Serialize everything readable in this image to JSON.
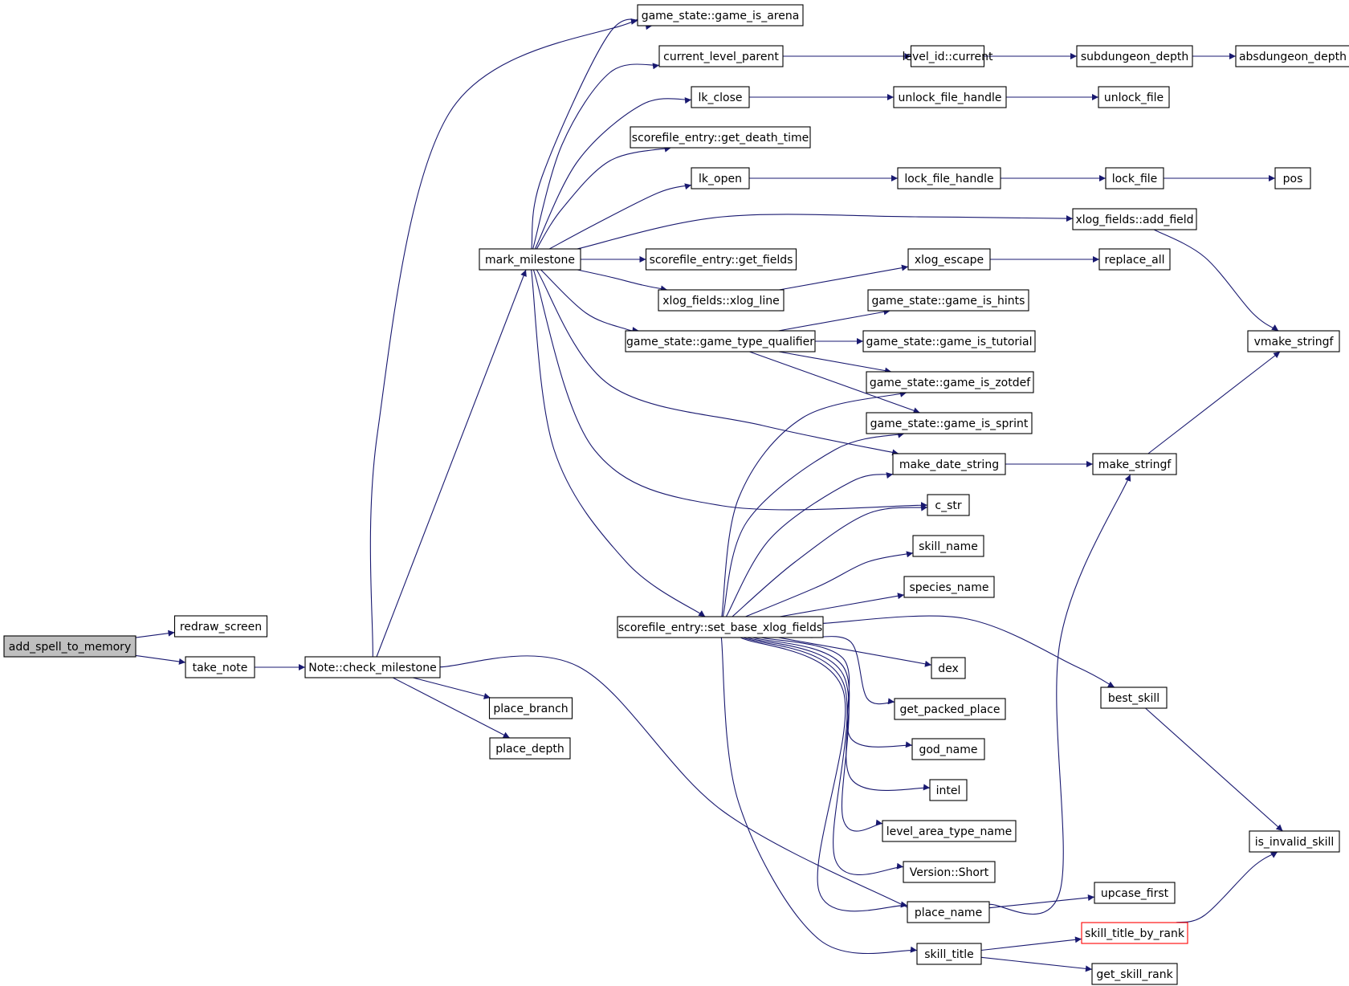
{
  "diagram": {
    "colors": {
      "edge": "#191970",
      "root_fill": "#bfbfbf",
      "truncated_border": "#ff0000",
      "node_border": "#000000"
    },
    "nodes": [
      {
        "id": "add_spell_to_memory",
        "label": "add_spell_to_memory",
        "root": true
      },
      {
        "id": "redraw_screen",
        "label": "redraw_screen"
      },
      {
        "id": "take_note",
        "label": "take_note"
      },
      {
        "id": "check_milestone",
        "label": "Note::check_milestone"
      },
      {
        "id": "mark_milestone",
        "label": "mark_milestone"
      },
      {
        "id": "place_branch",
        "label": "place_branch"
      },
      {
        "id": "place_depth",
        "label": "place_depth"
      },
      {
        "id": "game_is_arena",
        "label": "game_state::game_is_arena"
      },
      {
        "id": "current_level_parent",
        "label": "current_level_parent"
      },
      {
        "id": "lk_close",
        "label": "lk_close"
      },
      {
        "id": "get_death_time",
        "label": "scorefile_entry::get_death_time"
      },
      {
        "id": "lk_open",
        "label": "lk_open"
      },
      {
        "id": "get_fields",
        "label": "scorefile_entry::get_fields"
      },
      {
        "id": "xlog_line",
        "label": "xlog_fields::xlog_line"
      },
      {
        "id": "game_type_qualifier",
        "label": "game_state::game_type_qualifier"
      },
      {
        "id": "set_base_xlog_fields",
        "label": "scorefile_entry::set_base_xlog_fields"
      },
      {
        "id": "level_id_current",
        "label": "level_id::current"
      },
      {
        "id": "unlock_file_handle",
        "label": "unlock_file_handle"
      },
      {
        "id": "lock_file_handle",
        "label": "lock_file_handle"
      },
      {
        "id": "xlog_escape",
        "label": "xlog_escape"
      },
      {
        "id": "game_is_hints",
        "label": "game_state::game_is_hints"
      },
      {
        "id": "game_is_tutorial",
        "label": "game_state::game_is_tutorial"
      },
      {
        "id": "game_is_zotdef",
        "label": "game_state::game_is_zotdef"
      },
      {
        "id": "game_is_sprint",
        "label": "game_state::game_is_sprint"
      },
      {
        "id": "make_date_string",
        "label": "make_date_string"
      },
      {
        "id": "c_str",
        "label": "c_str"
      },
      {
        "id": "skill_name",
        "label": "skill_name"
      },
      {
        "id": "species_name",
        "label": "species_name"
      },
      {
        "id": "dex",
        "label": "dex"
      },
      {
        "id": "get_packed_place",
        "label": "get_packed_place"
      },
      {
        "id": "god_name",
        "label": "god_name"
      },
      {
        "id": "intel",
        "label": "intel"
      },
      {
        "id": "level_area_type_name",
        "label": "level_area_type_name"
      },
      {
        "id": "version_short",
        "label": "Version::Short"
      },
      {
        "id": "place_name",
        "label": "place_name"
      },
      {
        "id": "skill_title",
        "label": "skill_title"
      },
      {
        "id": "subdungeon_depth",
        "label": "subdungeon_depth"
      },
      {
        "id": "unlock_file",
        "label": "unlock_file"
      },
      {
        "id": "lock_file",
        "label": "lock_file"
      },
      {
        "id": "add_field",
        "label": "xlog_fields::add_field"
      },
      {
        "id": "replace_all",
        "label": "replace_all"
      },
      {
        "id": "make_stringf",
        "label": "make_stringf"
      },
      {
        "id": "best_skill",
        "label": "best_skill"
      },
      {
        "id": "upcase_first",
        "label": "upcase_first"
      },
      {
        "id": "skill_title_by_rank",
        "label": "skill_title_by_rank",
        "truncated": true
      },
      {
        "id": "get_skill_rank",
        "label": "get_skill_rank"
      },
      {
        "id": "absdungeon_depth",
        "label": "absdungeon_depth"
      },
      {
        "id": "pos",
        "label": "pos"
      },
      {
        "id": "vmake_stringf",
        "label": "vmake_stringf"
      },
      {
        "id": "is_invalid_skill",
        "label": "is_invalid_skill"
      }
    ],
    "edges": [
      [
        "add_spell_to_memory",
        "redraw_screen"
      ],
      [
        "add_spell_to_memory",
        "take_note"
      ],
      [
        "take_note",
        "check_milestone"
      ],
      [
        "check_milestone",
        "mark_milestone"
      ],
      [
        "check_milestone",
        "game_is_arena"
      ],
      [
        "check_milestone",
        "place_branch"
      ],
      [
        "check_milestone",
        "place_depth"
      ],
      [
        "check_milestone",
        "place_name"
      ],
      [
        "mark_milestone",
        "game_is_arena"
      ],
      [
        "mark_milestone",
        "current_level_parent"
      ],
      [
        "mark_milestone",
        "lk_close"
      ],
      [
        "mark_milestone",
        "get_death_time"
      ],
      [
        "mark_milestone",
        "lk_open"
      ],
      [
        "mark_milestone",
        "add_field"
      ],
      [
        "mark_milestone",
        "get_fields"
      ],
      [
        "mark_milestone",
        "xlog_line"
      ],
      [
        "mark_milestone",
        "game_type_qualifier"
      ],
      [
        "mark_milestone",
        "make_date_string"
      ],
      [
        "mark_milestone",
        "c_str"
      ],
      [
        "mark_milestone",
        "set_base_xlog_fields"
      ],
      [
        "current_level_parent",
        "level_id_current"
      ],
      [
        "level_id_current",
        "subdungeon_depth"
      ],
      [
        "subdungeon_depth",
        "absdungeon_depth"
      ],
      [
        "lk_close",
        "unlock_file_handle"
      ],
      [
        "unlock_file_handle",
        "unlock_file"
      ],
      [
        "lk_open",
        "lock_file_handle"
      ],
      [
        "lock_file_handle",
        "lock_file"
      ],
      [
        "lock_file",
        "pos"
      ],
      [
        "add_field",
        "vmake_stringf"
      ],
      [
        "xlog_line",
        "xlog_escape"
      ],
      [
        "xlog_escape",
        "replace_all"
      ],
      [
        "game_type_qualifier",
        "game_is_hints"
      ],
      [
        "game_type_qualifier",
        "game_is_tutorial"
      ],
      [
        "game_type_qualifier",
        "game_is_zotdef"
      ],
      [
        "game_type_qualifier",
        "game_is_sprint"
      ],
      [
        "set_base_xlog_fields",
        "game_is_zotdef"
      ],
      [
        "set_base_xlog_fields",
        "game_is_sprint"
      ],
      [
        "set_base_xlog_fields",
        "make_date_string"
      ],
      [
        "set_base_xlog_fields",
        "c_str"
      ],
      [
        "set_base_xlog_fields",
        "skill_name"
      ],
      [
        "set_base_xlog_fields",
        "species_name"
      ],
      [
        "set_base_xlog_fields",
        "best_skill"
      ],
      [
        "set_base_xlog_fields",
        "dex"
      ],
      [
        "set_base_xlog_fields",
        "get_packed_place"
      ],
      [
        "set_base_xlog_fields",
        "god_name"
      ],
      [
        "set_base_xlog_fields",
        "intel"
      ],
      [
        "set_base_xlog_fields",
        "level_area_type_name"
      ],
      [
        "set_base_xlog_fields",
        "version_short"
      ],
      [
        "set_base_xlog_fields",
        "place_name"
      ],
      [
        "set_base_xlog_fields",
        "skill_title"
      ],
      [
        "make_date_string",
        "make_stringf"
      ],
      [
        "make_stringf",
        "vmake_stringf"
      ],
      [
        "place_name",
        "make_stringf"
      ],
      [
        "place_name",
        "upcase_first"
      ],
      [
        "best_skill",
        "is_invalid_skill"
      ],
      [
        "skill_title",
        "skill_title_by_rank"
      ],
      [
        "skill_title",
        "get_skill_rank"
      ],
      [
        "skill_title_by_rank",
        "is_invalid_skill"
      ]
    ]
  }
}
